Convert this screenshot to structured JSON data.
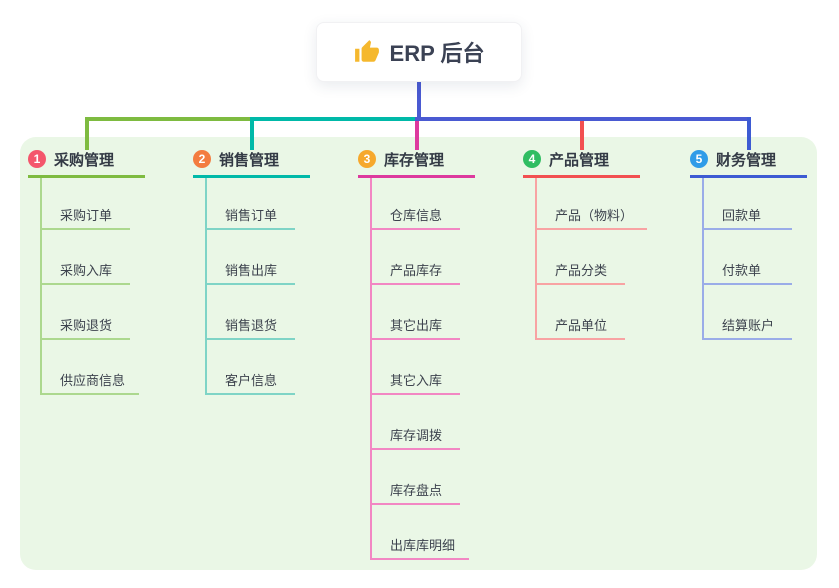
{
  "root": {
    "label": "ERP 后台",
    "icon": "thumbs-up-icon",
    "icon_color": "#F5B82E"
  },
  "connector_color": "#4A5AD2",
  "panel_bg": "#EAF7E6",
  "branches": [
    {
      "number": "1",
      "title": "采购管理",
      "badge_color": "#F4566C",
      "line_color": "#7EBB40",
      "item_line_color": "#ACD88E",
      "items": [
        "采购订单",
        "采购入库",
        "采购退货",
        "供应商信息"
      ]
    },
    {
      "number": "2",
      "title": "销售管理",
      "badge_color": "#F37C3F",
      "line_color": "#00B9A8",
      "item_line_color": "#7FD4C6",
      "items": [
        "销售订单",
        "销售出库",
        "销售退货",
        "客户信息"
      ]
    },
    {
      "number": "3",
      "title": "库存管理",
      "badge_color": "#F6A82C",
      "line_color": "#DD3A9E",
      "item_line_color": "#F287C3",
      "items": [
        "仓库信息",
        "产品库存",
        "其它出库",
        "其它入库",
        "库存调拨",
        "库存盘点",
        "出库库明细"
      ]
    },
    {
      "number": "4",
      "title": "产品管理",
      "badge_color": "#30BD62",
      "line_color": "#F25051",
      "item_line_color": "#F8A3A3",
      "items": [
        "产品（物料）",
        "产品分类",
        "产品单位"
      ]
    },
    {
      "number": "5",
      "title": "财务管理",
      "badge_color": "#2F9CE8",
      "line_color": "#3D5BD3",
      "item_line_color": "#9AACE8",
      "items": [
        "回款单",
        "付款单",
        "结算账户"
      ]
    }
  ]
}
